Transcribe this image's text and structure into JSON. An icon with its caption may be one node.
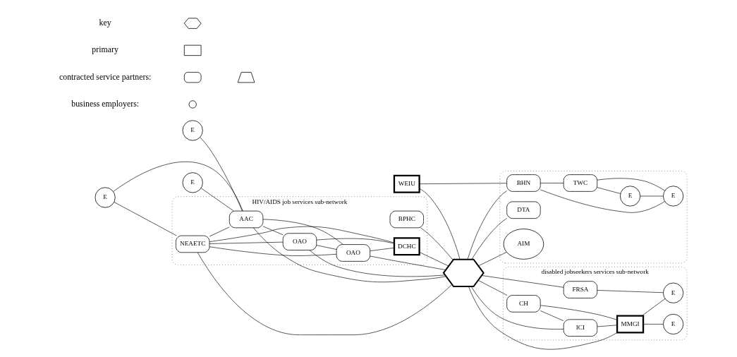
{
  "diagram": {
    "nodes": [
      {
        "text": [
          "HIV/AIDS job services sub-network"
        ]
      },
      {
        "text": [
          "E"
        ]
      },
      {
        "text": [
          "E"
        ]
      },
      {
        "text": [
          "E"
        ]
      },
      {
        "text": [
          "BPHC"
        ],
        "in": 0
      },
      {
        "text": [
          "DCHC"
        ],
        "in": 0
      },
      {
        "text": [
          "NEAETC"
        ],
        "in": 0
      },
      {
        "text": [
          "AAC"
        ],
        "in": 0
      },
      {
        "text": [
          "OAO"
        ],
        "in": 0
      },
      {
        "text": [
          "OAO"
        ],
        "in": 0
      },
      {
        "text": [
          "WEIU"
        ]
      },
      {
        "text": [],
        "shape": "hexagon"
      },
      {
        "text": [],
        "shape": "cloud"
      },
      {
        "text": [
          "DTA"
        ],
        "in": 12
      },
      {
        "text": [
          "BHN"
        ],
        "in": 12
      },
      {
        "text": [
          "TWC"
        ],
        "in": 12
      },
      {
        "text": [
          "E"
        ],
        "in": 12
      },
      {
        "text": [
          "E"
        ],
        "in": 12
      },
      {
        "text": [
          "AIM"
        ],
        "in": 12
      },
      {
        "text": [
          "disabled jobseekers services sub-network"
        ]
      },
      {
        "text": [
          "FRSA"
        ],
        "in": 19
      },
      {
        "text": [
          "CH"
        ],
        "in": 19
      },
      {
        "text": [
          "ICI"
        ],
        "in": 19
      },
      {
        "text": [
          "MMGI"
        ],
        "in": 19
      },
      {
        "text": [
          "E"
        ],
        "in": 19
      },
      {
        "text": [
          "E"
        ],
        "in": 19
      }
    ],
    "edges": [
      {
        "from": 1,
        "to": 6,
        "arrow": "none"
      },
      {
        "from": 1,
        "to": 7,
        "arrow": "none"
      },
      {
        "from": 2,
        "to": 7,
        "arrow": "none"
      },
      {
        "from": 3,
        "to": 7,
        "arrow": "none"
      },
      {
        "from": 4,
        "to": 11,
        "arrow": "none"
      },
      {
        "from": 5,
        "to": 11,
        "arrow": "none"
      },
      {
        "from": 6,
        "to": 11,
        "arrow": "none"
      },
      {
        "from": 7,
        "to": 11,
        "arrow": "none"
      },
      {
        "from": 8,
        "to": 11,
        "arrow": "none"
      },
      {
        "from": 9,
        "to": 11,
        "arrow": "none"
      },
      {
        "from": 6,
        "to": 5,
        "arrow": "none"
      },
      {
        "from": 8,
        "to": 5,
        "arrow": "none"
      },
      {
        "from": 9,
        "to": 5,
        "arrow": "none"
      },
      {
        "from": 6,
        "to": 7,
        "arrow": "none"
      },
      {
        "from": 6,
        "to": 8,
        "arrow": "none"
      },
      {
        "from": 6,
        "to": 9,
        "arrow": "none"
      },
      {
        "from": 7,
        "to": 8,
        "arrow": "none"
      },
      {
        "from": 7,
        "to": 9,
        "arrow": "none"
      },
      {
        "from": 8,
        "to": 9,
        "arrow": "none"
      },
      {
        "from": 10,
        "to": 11,
        "arrow": "none"
      },
      {
        "from": 10,
        "to": 14,
        "arrow": "none"
      },
      {
        "from": 11,
        "to": 13,
        "arrow": "none"
      },
      {
        "from": 11,
        "to": 14,
        "arrow": "none"
      },
      {
        "from": 11,
        "to": 18,
        "arrow": "none"
      },
      {
        "from": 11,
        "to": 20,
        "arrow": "none"
      },
      {
        "from": 11,
        "to": 21,
        "arrow": "none"
      },
      {
        "from": 11,
        "to": 22,
        "arrow": "none"
      },
      {
        "from": 11,
        "to": 23,
        "arrow": "none"
      },
      {
        "from": 14,
        "to": 15,
        "arrow": "none"
      },
      {
        "from": 14,
        "to": 17,
        "arrow": "none"
      },
      {
        "from": 15,
        "to": 16,
        "arrow": "none"
      },
      {
        "from": 15,
        "to": 17,
        "arrow": "none"
      },
      {
        "from": 16,
        "to": 17,
        "arrow": "none"
      },
      {
        "from": 21,
        "to": 22,
        "arrow": "none"
      },
      {
        "from": 21,
        "to": 23,
        "arrow": "none"
      },
      {
        "from": 22,
        "to": 23,
        "arrow": "none"
      },
      {
        "from": 23,
        "to": 24,
        "arrow": "none"
      },
      {
        "from": 23,
        "to": 25,
        "arrow": "none"
      },
      {
        "from": 20,
        "to": 25,
        "arrow": "none"
      }
    ],
    "legend": [
      {
        "text": "key"
      },
      {
        "text": "primary"
      },
      {
        "text": "contracted service partners:"
      },
      {
        "text": "business employers:"
      }
    ]
  }
}
